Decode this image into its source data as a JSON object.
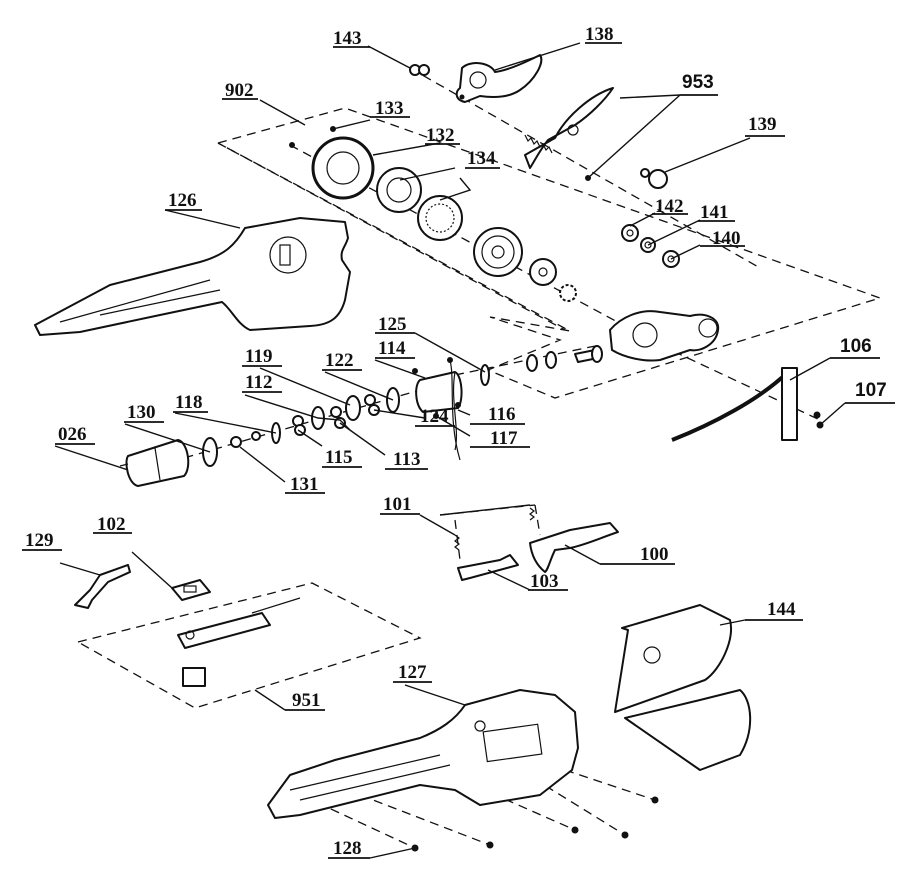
{
  "diagram": {
    "title": "",
    "labels": {
      "l143": "143",
      "l138": "138",
      "l953": "953",
      "l902": "902",
      "l133": "133",
      "l132": "132",
      "l134": "134",
      "l139": "139",
      "l126": "126",
      "l142": "142",
      "l141": "141",
      "l140": "140",
      "l125": "125",
      "l106": "106",
      "l119": "119",
      "l122": "122",
      "l114": "114",
      "l107": "107",
      "l112": "112",
      "l116": "116",
      "l118": "118",
      "l124": "124",
      "l130": "130",
      "l117": "117",
      "l026": "026",
      "l115": "115",
      "l113": "113",
      "l131": "131",
      "l101": "101",
      "l102": "102",
      "l100": "100",
      "l129": "129",
      "l103": "103",
      "l144": "144",
      "l127": "127",
      "l951": "951",
      "l128": "128"
    }
  }
}
